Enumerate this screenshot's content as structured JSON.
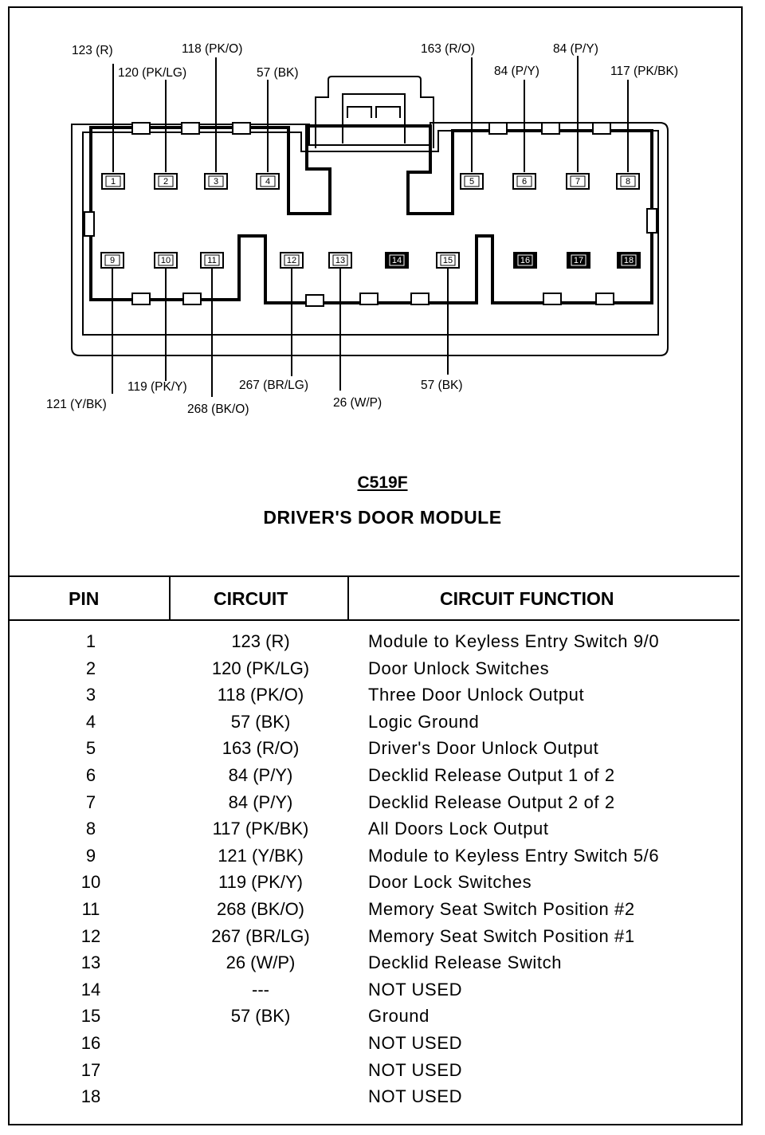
{
  "connector": {
    "id": "C519F",
    "name": "DRIVER'S DOOR MODULE"
  },
  "diagram": {
    "top_pins": [
      {
        "num": "1"
      },
      {
        "num": "2"
      },
      {
        "num": "3"
      },
      {
        "num": "4"
      },
      {
        "num": "5"
      },
      {
        "num": "6"
      },
      {
        "num": "7"
      },
      {
        "num": "8"
      }
    ],
    "bottom_pins": [
      {
        "num": "9",
        "filled": false
      },
      {
        "num": "10",
        "filled": false
      },
      {
        "num": "11",
        "filled": false
      },
      {
        "num": "12",
        "filled": false
      },
      {
        "num": "13",
        "filled": false
      },
      {
        "num": "14",
        "filled": true
      },
      {
        "num": "15",
        "filled": false
      },
      {
        "num": "16",
        "filled": true
      },
      {
        "num": "17",
        "filled": true
      },
      {
        "num": "18",
        "filled": true
      }
    ],
    "callouts": {
      "pin1": "123 (R)",
      "pin2": "120 (PK/LG)",
      "pin3": "118 (PK/O)",
      "pin4": "57 (BK)",
      "pin5": "163 (R/O)",
      "pin6": "84 (P/Y)",
      "pin7": "84 (P/Y)",
      "pin8": "117 (PK/BK)",
      "pin9": "121 (Y/BK)",
      "pin10": "119 (PK/Y)",
      "pin11": "268 (BK/O)",
      "pin12": "267 (BR/LG)",
      "pin13": "26 (W/P)",
      "pin15": "57 (BK)"
    }
  },
  "table": {
    "headers": {
      "pin": "PIN",
      "circuit": "CIRCUIT",
      "function": "CIRCUIT FUNCTION"
    },
    "rows": [
      {
        "pin": "1",
        "circuit": "123 (R)",
        "function": "Module to Keyless Entry Switch 9/0"
      },
      {
        "pin": "2",
        "circuit": "120 (PK/LG)",
        "function": "Door Unlock Switches"
      },
      {
        "pin": "3",
        "circuit": "118 (PK/O)",
        "function": "Three Door Unlock Output"
      },
      {
        "pin": "4",
        "circuit": "57 (BK)",
        "function": "Logic Ground"
      },
      {
        "pin": "5",
        "circuit": "163 (R/O)",
        "function": "Driver's Door Unlock Output"
      },
      {
        "pin": "6",
        "circuit": "84 (P/Y)",
        "function": "Decklid Release Output 1 of 2"
      },
      {
        "pin": "7",
        "circuit": "84 (P/Y)",
        "function": "Decklid Release Output 2 of 2"
      },
      {
        "pin": "8",
        "circuit": "117 (PK/BK)",
        "function": "All Doors Lock Output"
      },
      {
        "pin": "9",
        "circuit": "121 (Y/BK)",
        "function": "Module to Keyless Entry Switch 5/6"
      },
      {
        "pin": "10",
        "circuit": "119 (PK/Y)",
        "function": "Door Lock Switches"
      },
      {
        "pin": "11",
        "circuit": "268 (BK/O)",
        "function": "Memory Seat Switch Position #2"
      },
      {
        "pin": "12",
        "circuit": "267 (BR/LG)",
        "function": "Memory Seat Switch Position #1"
      },
      {
        "pin": "13",
        "circuit": "26 (W/P)",
        "function": "Decklid Release Switch"
      },
      {
        "pin": "14",
        "circuit": "---",
        "function": "NOT USED"
      },
      {
        "pin": "15",
        "circuit": "57 (BK)",
        "function": "Ground"
      },
      {
        "pin": "16",
        "circuit": "",
        "function": "NOT USED"
      },
      {
        "pin": "17",
        "circuit": "",
        "function": "NOT USED"
      },
      {
        "pin": "18",
        "circuit": "",
        "function": "NOT USED"
      }
    ]
  }
}
